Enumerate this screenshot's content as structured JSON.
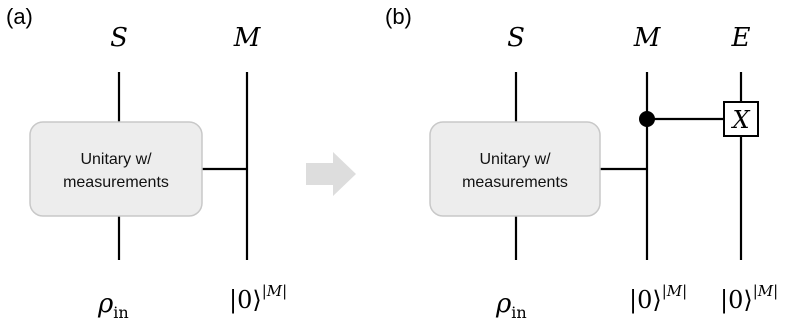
{
  "panel_a": {
    "label": "(a)",
    "wire_labels": {
      "system": "S",
      "memory": "M"
    },
    "box": {
      "line1": "Unitary w/",
      "line2": "measurements"
    },
    "inputs": {
      "system": {
        "sym": "ρ",
        "sub": "in"
      },
      "memory": {
        "ket": "|0⟩",
        "sup": "|M|"
      }
    }
  },
  "panel_b": {
    "label": "(b)",
    "wire_labels": {
      "system": "S",
      "memory": "M",
      "environment": "E"
    },
    "box": {
      "line1": "Unitary w/",
      "line2": "measurements"
    },
    "gate": "X",
    "inputs": {
      "system": {
        "sym": "ρ",
        "sub": "in"
      },
      "memory": {
        "ket": "|0⟩",
        "sup": "|M|"
      },
      "environment": {
        "ket": "|0⟩",
        "sup": "|M|"
      }
    }
  },
  "colors": {
    "box_fill": "#ededed",
    "box_stroke": "#c8c8c8",
    "arrow": "#dddddd",
    "wire": "#000000"
  }
}
